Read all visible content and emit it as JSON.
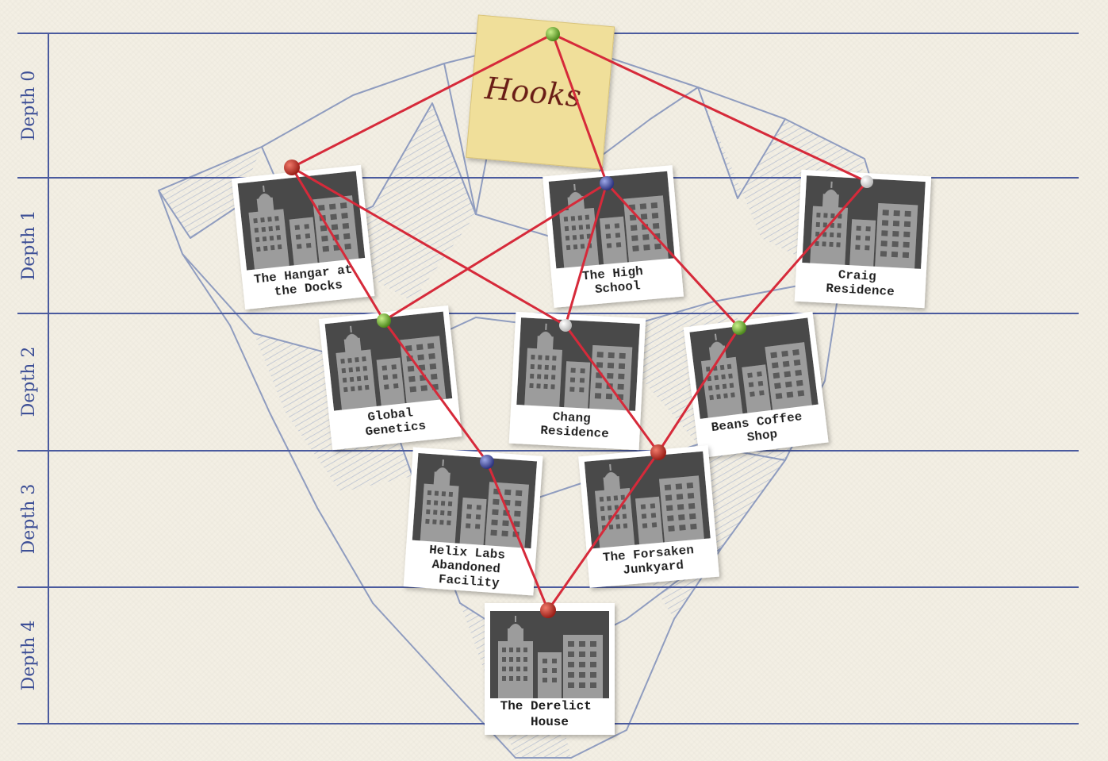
{
  "sticky_note": {
    "label": "Hooks"
  },
  "depth_labels": [
    "Depth 0",
    "Depth 1",
    "Depth 2",
    "Depth 3",
    "Depth 4"
  ],
  "locations": {
    "hangar": {
      "lines": [
        "The Hangar at",
        "the Docks"
      ]
    },
    "high_school": {
      "lines": [
        "The High",
        "School"
      ]
    },
    "craig": {
      "lines": [
        "Craig",
        "Residence"
      ]
    },
    "global_genetics": {
      "lines": [
        "Global",
        "Genetics"
      ]
    },
    "chang": {
      "lines": [
        "Chang",
        "Residence"
      ]
    },
    "beans": {
      "lines": [
        "Beans Coffee",
        "Shop"
      ]
    },
    "helix": {
      "lines": [
        "Helix Labs",
        "Abandoned",
        "Facility"
      ]
    },
    "forsaken": {
      "lines": [
        "The Forsaken",
        "Junkyard"
      ]
    },
    "derelict": {
      "lines": [
        "The Derelict",
        "House"
      ]
    }
  },
  "colors": {
    "string": "#d62a3a",
    "ruling": "#4a5a9e",
    "photo_bg": "#484848",
    "pin_red": "#c8302a",
    "pin_green": "#7ab83a",
    "pin_blue": "#4a57a8",
    "pin_white": "#f0f0f0",
    "sticky": "#f0df9a"
  }
}
